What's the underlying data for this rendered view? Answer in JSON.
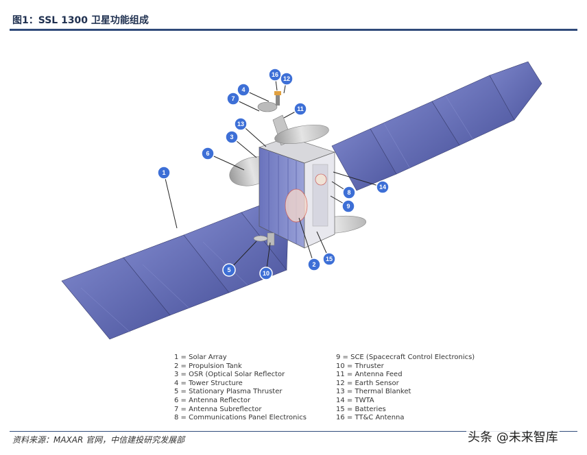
{
  "header": {
    "title": "图1：SSL 1300 卫星功能组成"
  },
  "callouts": [
    "1",
    "2",
    "3",
    "4",
    "5",
    "6",
    "7",
    "8",
    "9",
    "10",
    "11",
    "12",
    "13",
    "14",
    "15",
    "16"
  ],
  "legend": {
    "left": [
      "1 = Solar Array",
      "2 = Propulsion Tank",
      "3 = OSR (Optical Solar Reflector",
      "4 = Tower Structure",
      "5 = Stationary Plasma Thruster",
      "6 = Antenna Reflector",
      "7 = Antenna Subreflector",
      "8 = Communications Panel Electronics"
    ],
    "right": [
      "9 = SCE (Spacecraft Control Electronics)",
      "10 = Thruster",
      "11 = Antenna Feed",
      "12 = Earth Sensor",
      "13 = Thermal Blanket",
      "14 = TWTA",
      "15 = Batteries",
      "16 = TT&C Antenna"
    ]
  },
  "footer": {
    "source": "资料来源：MAXAR 官网，中信建投研究发展部",
    "watermark": "头条 @未来智库"
  },
  "colors": {
    "title": "#1f3050",
    "rule": "#2f4a7a",
    "callout_fill": "#3d6fd6",
    "solar_panel": "#6670b8"
  }
}
